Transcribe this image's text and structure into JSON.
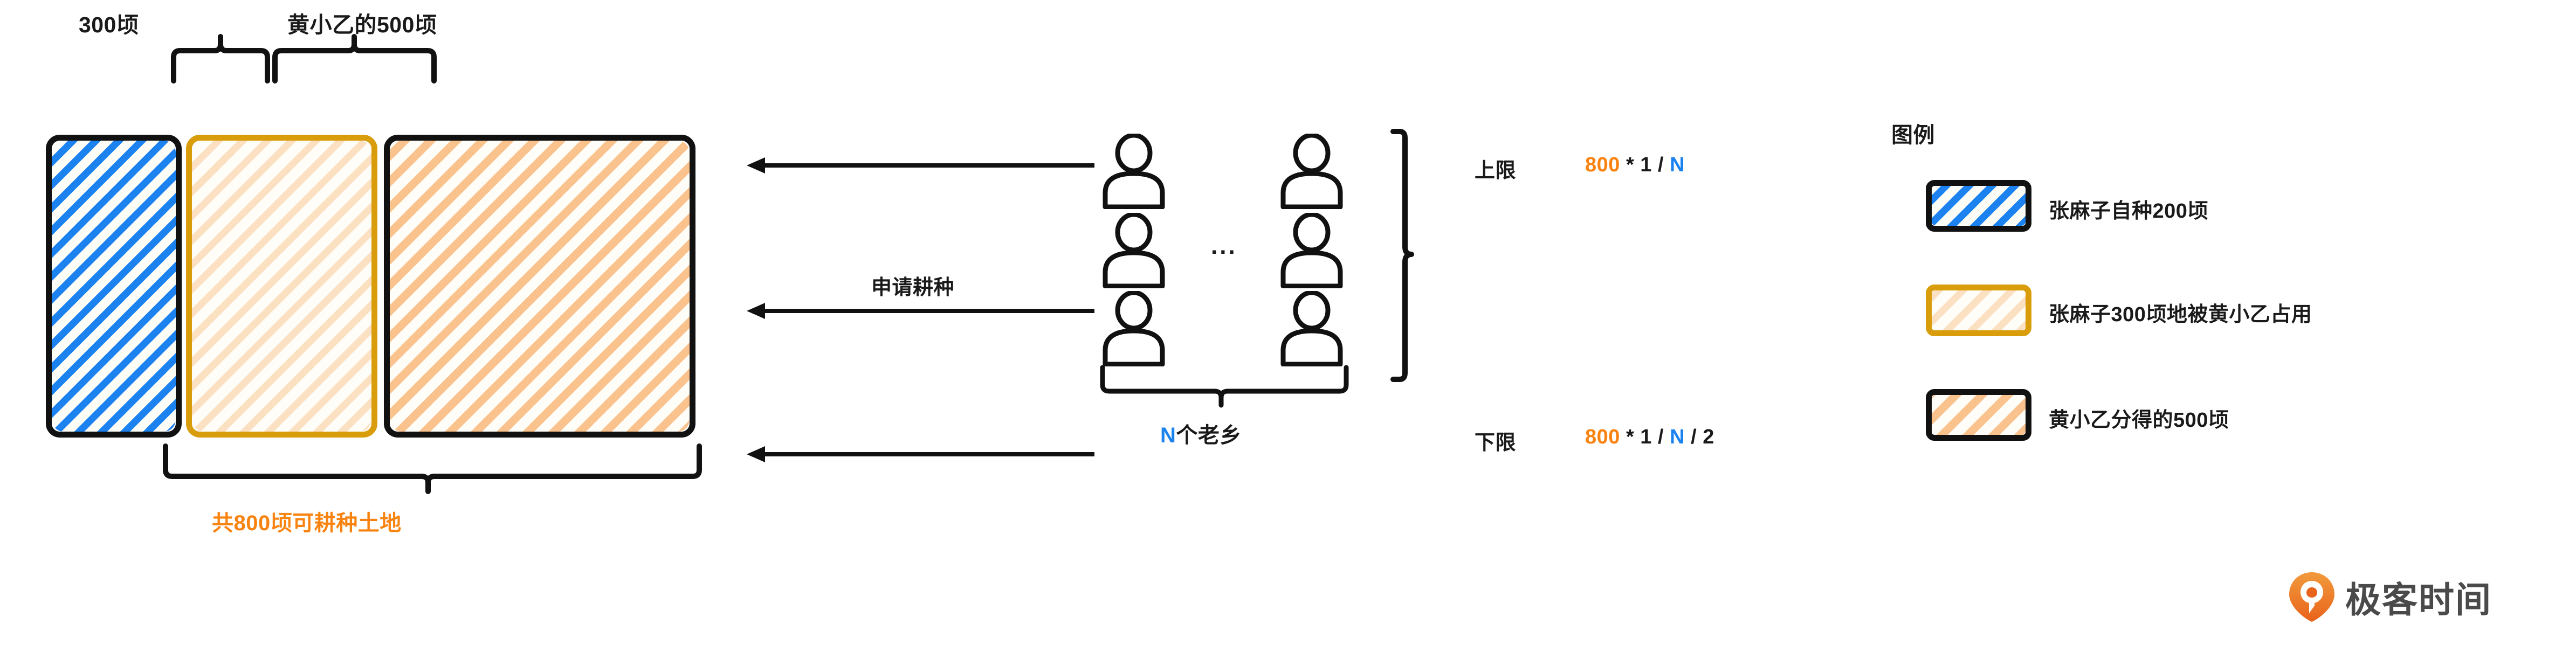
{
  "diagram": {
    "title_hidden": "",
    "top_brackets": [
      {
        "label": "300顷"
      },
      {
        "label": "黄小乙的500顷"
      }
    ],
    "land_boxes": [
      {
        "name": "zhang-self-farmed",
        "label": "张麻子自种200顷",
        "fill": "blue-hatch",
        "border": "#111111"
      },
      {
        "name": "zhang-occupied-300",
        "label": "张麻子300顷地被黄小乙占用",
        "fill": "pale-orange-hatch",
        "border": "#d99d0c"
      },
      {
        "name": "huang-allocated-500",
        "label": "黄小乙分得的500顷",
        "fill": "orange-hatch",
        "border": "#111111"
      }
    ],
    "bottom_bracket": {
      "label": "共800顷可耕种土地",
      "color": "#f98310"
    },
    "arrow_label": "申请耕种",
    "people_bracket": {
      "label_prefix": "N",
      "label_suffix": "个老乡",
      "full_label": "N个老乡",
      "prefix_color": "#1b82f0"
    },
    "ellipsis": "...",
    "limits": [
      {
        "name": "upper-limit",
        "label": "上限",
        "formula_parts": [
          {
            "text": "800",
            "color": "#f98310"
          },
          {
            "text": " * 1 / ",
            "color": "#1a1a1a"
          },
          {
            "text": "N",
            "color": "#1b82f0"
          }
        ],
        "formula_plain": "800 * 1 / N"
      },
      {
        "name": "lower-limit",
        "label": "下限",
        "formula_parts": [
          {
            "text": "800",
            "color": "#f98310"
          },
          {
            "text": " * 1 / ",
            "color": "#1a1a1a"
          },
          {
            "text": "N",
            "color": "#1b82f0"
          },
          {
            "text": " / 2",
            "color": "#1a1a1a"
          }
        ],
        "formula_plain": "800 * 1 / N / 2"
      }
    ]
  },
  "legend": {
    "title": "图例",
    "items": [
      {
        "swatch": "blue-hatch-black-border",
        "label": "张麻子自种200顷"
      },
      {
        "swatch": "pale-orange-hatch-gold-border",
        "label": "张麻子300顷地被黄小乙占用"
      },
      {
        "swatch": "orange-hatch-black-border",
        "label": "黄小乙分得的500顷"
      }
    ]
  },
  "brand": {
    "name": "极客时间",
    "mark_color": "#ef7a29"
  },
  "colors": {
    "blue": "#1b82f0",
    "orange": "#f98310",
    "gold": "#d99d0c",
    "pale_orange": "#fbe0c2",
    "mid_orange": "#fac28d",
    "ink": "#111111"
  }
}
